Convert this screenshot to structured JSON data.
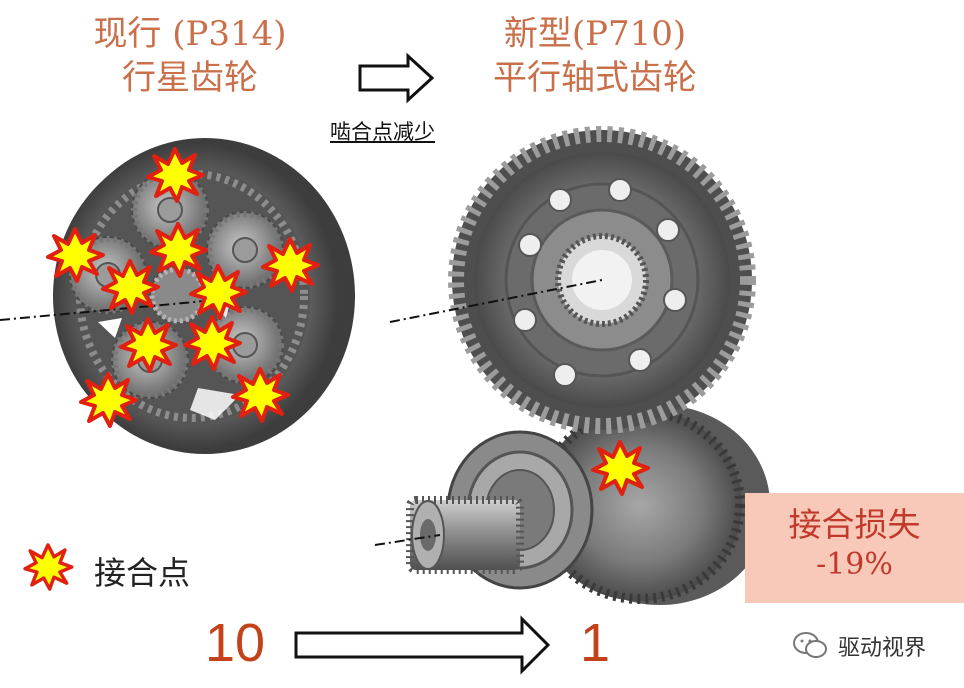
{
  "left": {
    "title_line1": "现行 (P314)",
    "title_line2": "行星齿轮"
  },
  "right": {
    "title_line1": "新型(P710)",
    "title_line2": "平行轴式齿轮"
  },
  "mesh_note": "啮合点减少",
  "legend": {
    "label": "接合点"
  },
  "counts": {
    "before": "10",
    "after": "1"
  },
  "loss": {
    "label": "接合损失",
    "value": "-19%"
  },
  "brand": {
    "label": "驱动视界"
  },
  "colors": {
    "title": "#c9704a",
    "count": "#c4421a",
    "loss_bg": "#f8c9b8",
    "loss_text": "#c0392b",
    "star_fill": "#ffff00",
    "star_stroke": "#e02010"
  }
}
